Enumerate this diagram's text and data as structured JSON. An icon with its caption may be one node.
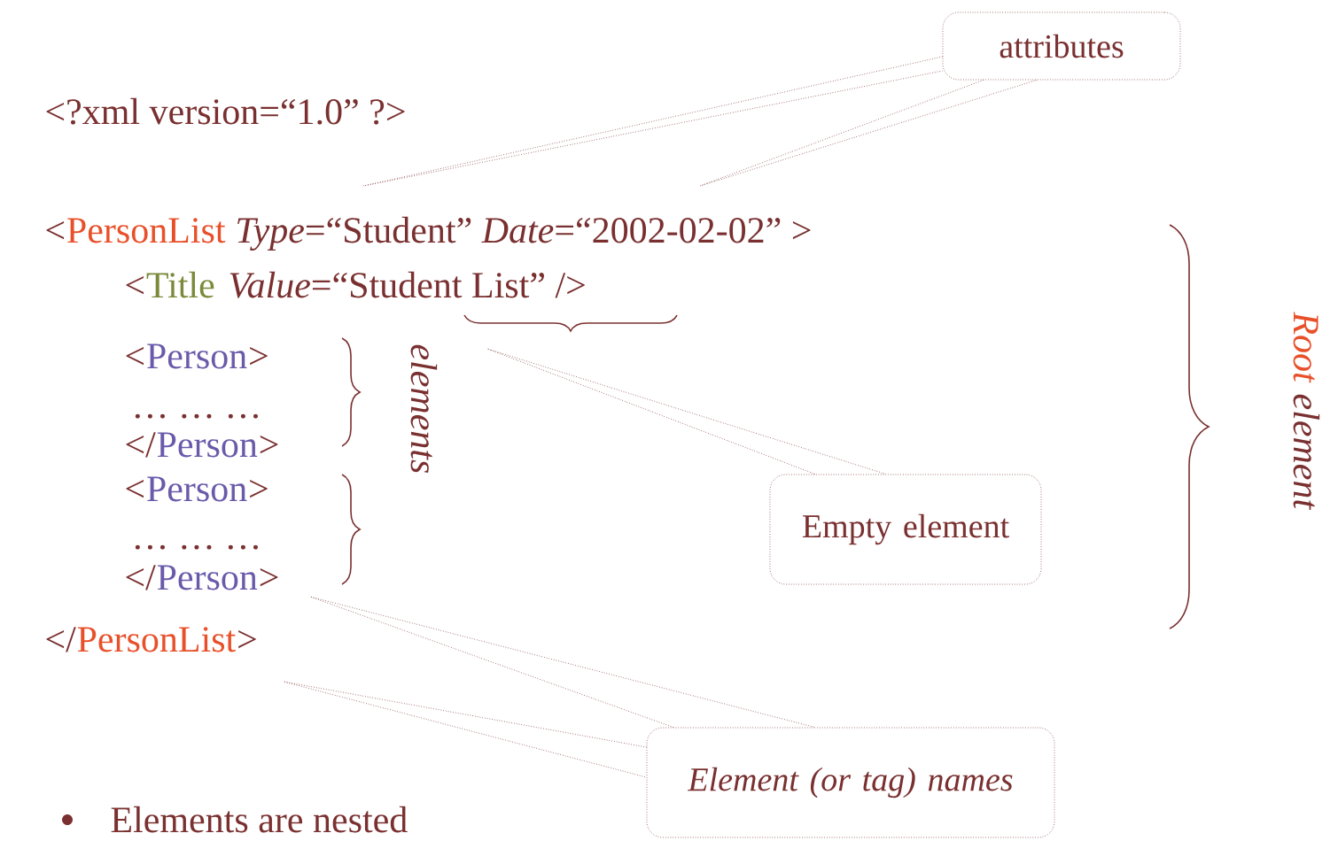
{
  "diagram": {
    "nodes": [
      {
        "text": [
          "attributes"
        ]
      },
      {
        "text": [
          "Empty element"
        ]
      },
      {
        "text": [
          "Element (or tag) names"
        ]
      }
    ],
    "edges": [
      {
        "from": 0,
        "to": null,
        "arrow": "none"
      },
      {
        "from": 0,
        "to": null,
        "arrow": "none"
      },
      {
        "from": 1,
        "to": null,
        "arrow": "none"
      },
      {
        "from": 2,
        "to": null,
        "arrow": "none"
      },
      {
        "from": 2,
        "to": null,
        "arrow": "none"
      }
    ],
    "labels": [
      "<?xml  version=“1.0” ?>",
      "<",
      "PersonList",
      "*Type*=“Student”  *Date*=“2002-02-02” >",
      "<",
      "Title",
      "*Value*=“Student List” />",
      "<",
      "Person",
      ">",
      "… … …",
      "</",
      "Person",
      ">",
      "<",
      "Person",
      ">",
      "… … …",
      "</",
      "Person",
      ">",
      "</",
      "PersonList",
      ">",
      "elements",
      "Root",
      "element",
      "Elements are nested"
    ]
  }
}
